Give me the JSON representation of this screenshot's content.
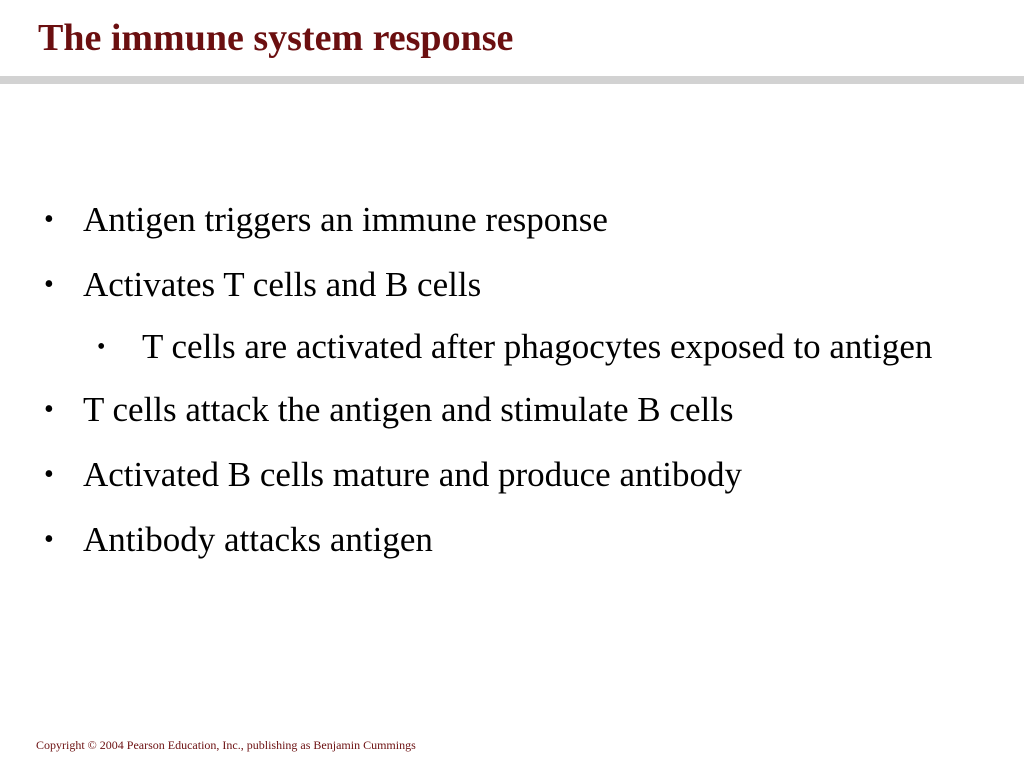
{
  "slide": {
    "title": "The immune system response",
    "bullet_symbol": "•",
    "bullets": [
      {
        "text": "Antigen triggers an immune response"
      },
      {
        "text": "Activates T cells and B cells",
        "sub_bullets": [
          "T cells are activated after phagocytes exposed to antigen"
        ]
      },
      {
        "text": "T cells attack the antigen and stimulate B cells"
      },
      {
        "text": "Activated B cells mature and produce antibody"
      },
      {
        "text": "Antibody attacks antigen"
      }
    ],
    "footer": "Copyright © 2004 Pearson Education, Inc., publishing as Benjamin Cummings"
  },
  "colors": {
    "title": "#6b0f10",
    "footer": "#6b0f10",
    "rule": "#d2d2d2",
    "body_text": "#000000"
  }
}
